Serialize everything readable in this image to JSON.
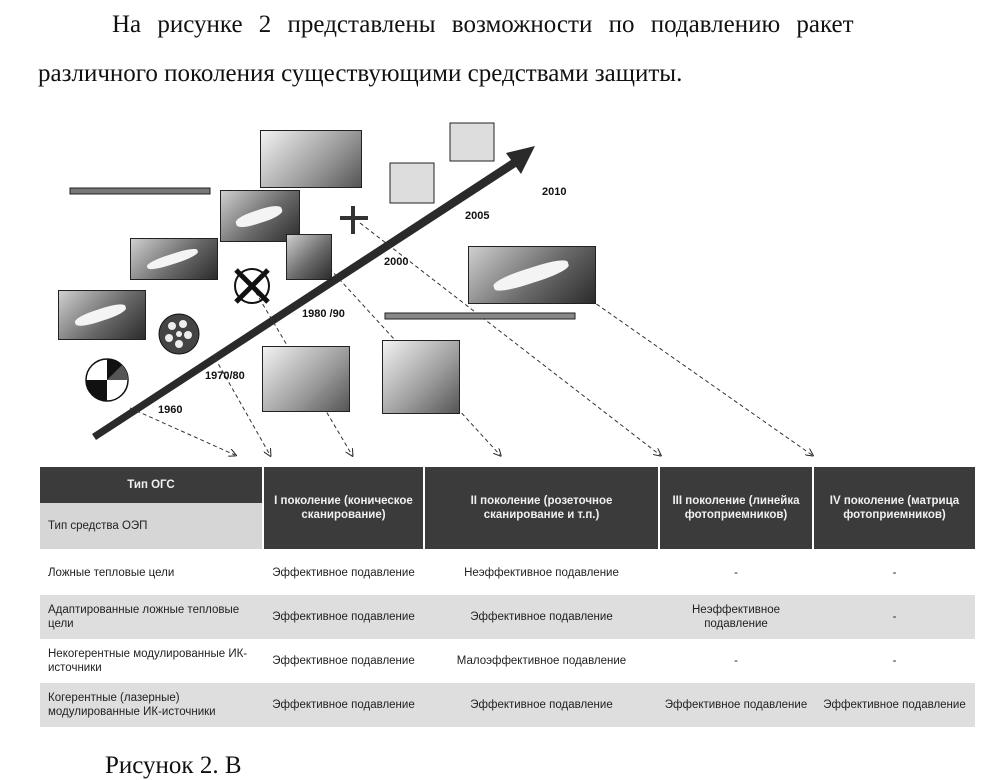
{
  "intro": {
    "line1": "На рисунке 2 представлены возможности по подавлению ракет",
    "line2": "различного поколения существующими средствами защиты."
  },
  "figure": {
    "years": [
      "1960",
      "1970/80",
      "1980 /90",
      "2000",
      "2005",
      "2010"
    ]
  },
  "table": {
    "corner_top": "Тип ОГС",
    "corner_bottom": "Тип средства ОЭП",
    "headers": [
      "I поколение (коническое сканирование)",
      "II поколение (розеточное сканирование и т.п.)",
      "III поколение (линейка фотоприемников)",
      "IV поколение (матрица фотоприемников)"
    ],
    "rows": [
      {
        "label": "Ложные тепловые цели",
        "cells": [
          "Эффективное подавление",
          "Неэффективное подавление",
          "-",
          "-"
        ]
      },
      {
        "label": "Адаптированные ложные тепловые цели",
        "cells": [
          "Эффективное подавление",
          "Эффективное подавление",
          "Неэффективное подавление",
          "-"
        ]
      },
      {
        "label": "Некогерентные модулированные ИК-источники",
        "cells": [
          "Эффективное подавление",
          "Малоэффективное подавление",
          "-",
          "-"
        ]
      },
      {
        "label": "Когерентные (лазерные) модулированные ИК-источники",
        "cells": [
          "Эффективное подавление",
          "Эффективное подавление",
          "Эффективное подавление",
          "Эффективное подавление"
        ]
      }
    ]
  },
  "caption": "Рисунок 2. В"
}
